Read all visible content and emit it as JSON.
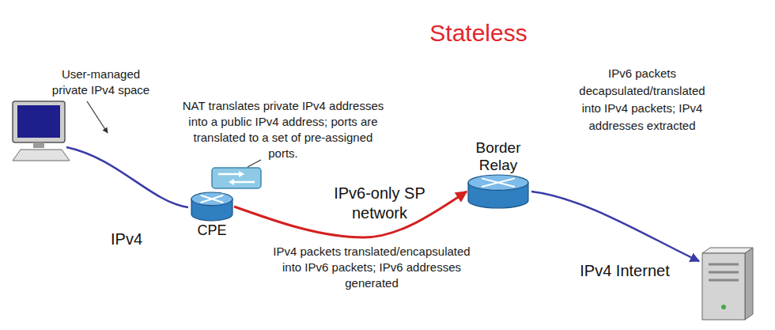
{
  "diagram": {
    "nodes": [
      {
        "text": [
          "Stateless"
        ]
      },
      {
        "text": [
          "IPv6-only SP network"
        ]
      },
      {
        "text": [
          "IPv4"
        ]
      },
      {
        "text": [
          "IPv4 Internet"
        ]
      },
      {
        "text": [
          "CPE"
        ]
      },
      {
        "text": [
          "Border Relay"
        ]
      }
    ],
    "edges": [
      {
        "from": 4,
        "to": 5,
        "arrow": "to"
      }
    ],
    "labels": [
      "User-managed private IPv4 space",
      "NAT translates private IPv4 addresses into a public IPv4 address; ports are translated to a set of pre-assigned ports.",
      "IPv6 packets decapsulated/translated into IPv4 packets; IPv4 addresses extracted",
      "IPv4 packets translated/encapsulated into IPv6 packets; IPv6 addresses generated"
    ]
  }
}
